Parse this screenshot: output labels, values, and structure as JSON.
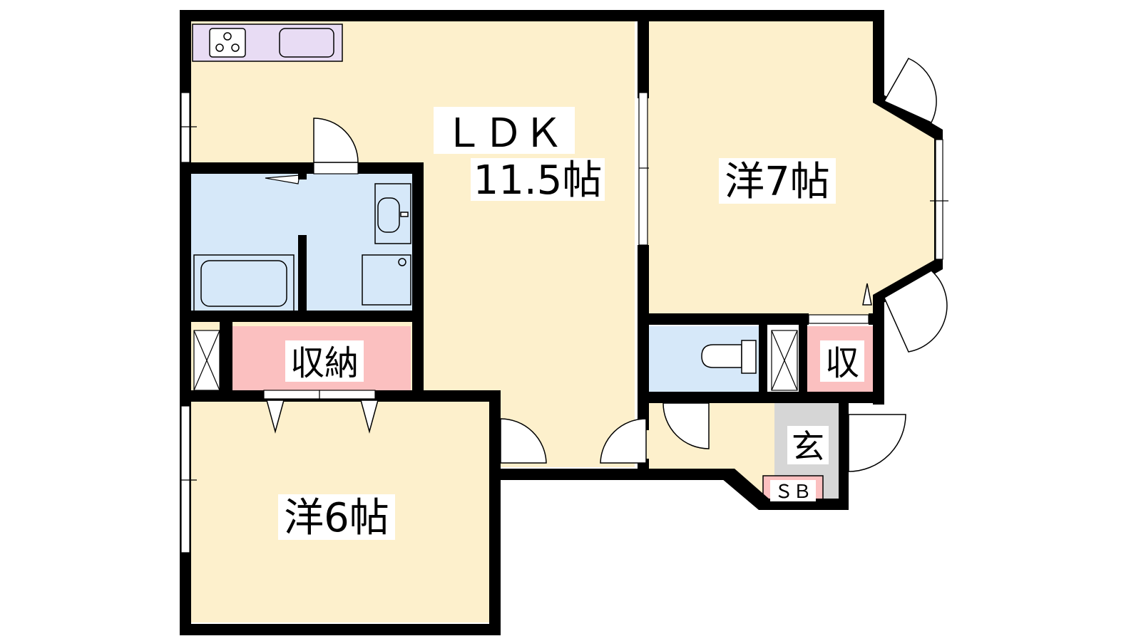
{
  "rooms": {
    "ldk_name": "ＬＤＫ",
    "ldk_size": "11.5帖",
    "west_room": "洋7帖",
    "south_room": "洋6帖",
    "storage_main": "収納",
    "storage_small": "収",
    "entrance": "玄",
    "shoe_box": "ＳＢ"
  },
  "colors": {
    "room_floor": "#fdf0cc",
    "wet_area": "#d6e8f9",
    "storage": "#fbc0c0",
    "kitchen": "#e8dcf4",
    "entrance_floor": "#d6d6d6",
    "wall": "#000000"
  },
  "icons": [
    "stove-icon",
    "sink-icon",
    "bathtub-icon",
    "washbasin-icon",
    "washer-pan-icon",
    "toilet-icon"
  ]
}
